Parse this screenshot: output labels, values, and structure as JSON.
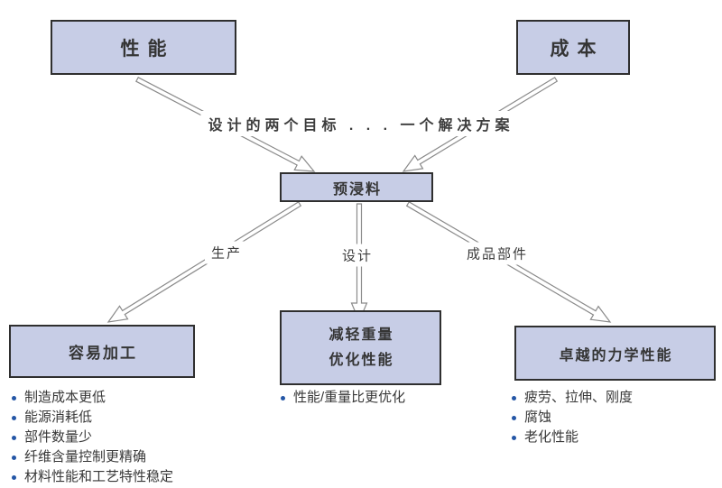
{
  "diagram": {
    "top_boxes": [
      {
        "id": "performance",
        "label": "性能"
      },
      {
        "id": "cost",
        "label": "成本"
      }
    ],
    "goal_text": "设计的两个目标 . . . 一个解决方案",
    "center_box": {
      "label": "预浸料"
    },
    "branch_labels": [
      {
        "id": "production",
        "label": "生产"
      },
      {
        "id": "design",
        "label": "设计"
      },
      {
        "id": "finished_parts",
        "label": "成品部件"
      }
    ],
    "bottom_sections": [
      {
        "id": "easy-processing",
        "title_lines": [
          "容易加工"
        ],
        "bullets": [
          "制造成本更低",
          "能源消耗低",
          "部件数量少",
          "纤维含量控制更精确",
          "材料性能和工艺特性稳定"
        ]
      },
      {
        "id": "weight-performance",
        "title_lines": [
          "减轻重量",
          "优化性能"
        ],
        "bullets": [
          "性能/重量比更优化"
        ]
      },
      {
        "id": "mechanical",
        "title_lines": [
          "卓越的力学性能"
        ],
        "bullets": [
          "疲劳、拉伸、刚度",
          "腐蚀",
          "老化性能"
        ]
      }
    ],
    "colors": {
      "box_fill": "#c7cde6",
      "box_border": "#2f2f2f",
      "arrow": "#8a8a8a",
      "bullet": "#2456a6",
      "text": "#333333"
    }
  }
}
